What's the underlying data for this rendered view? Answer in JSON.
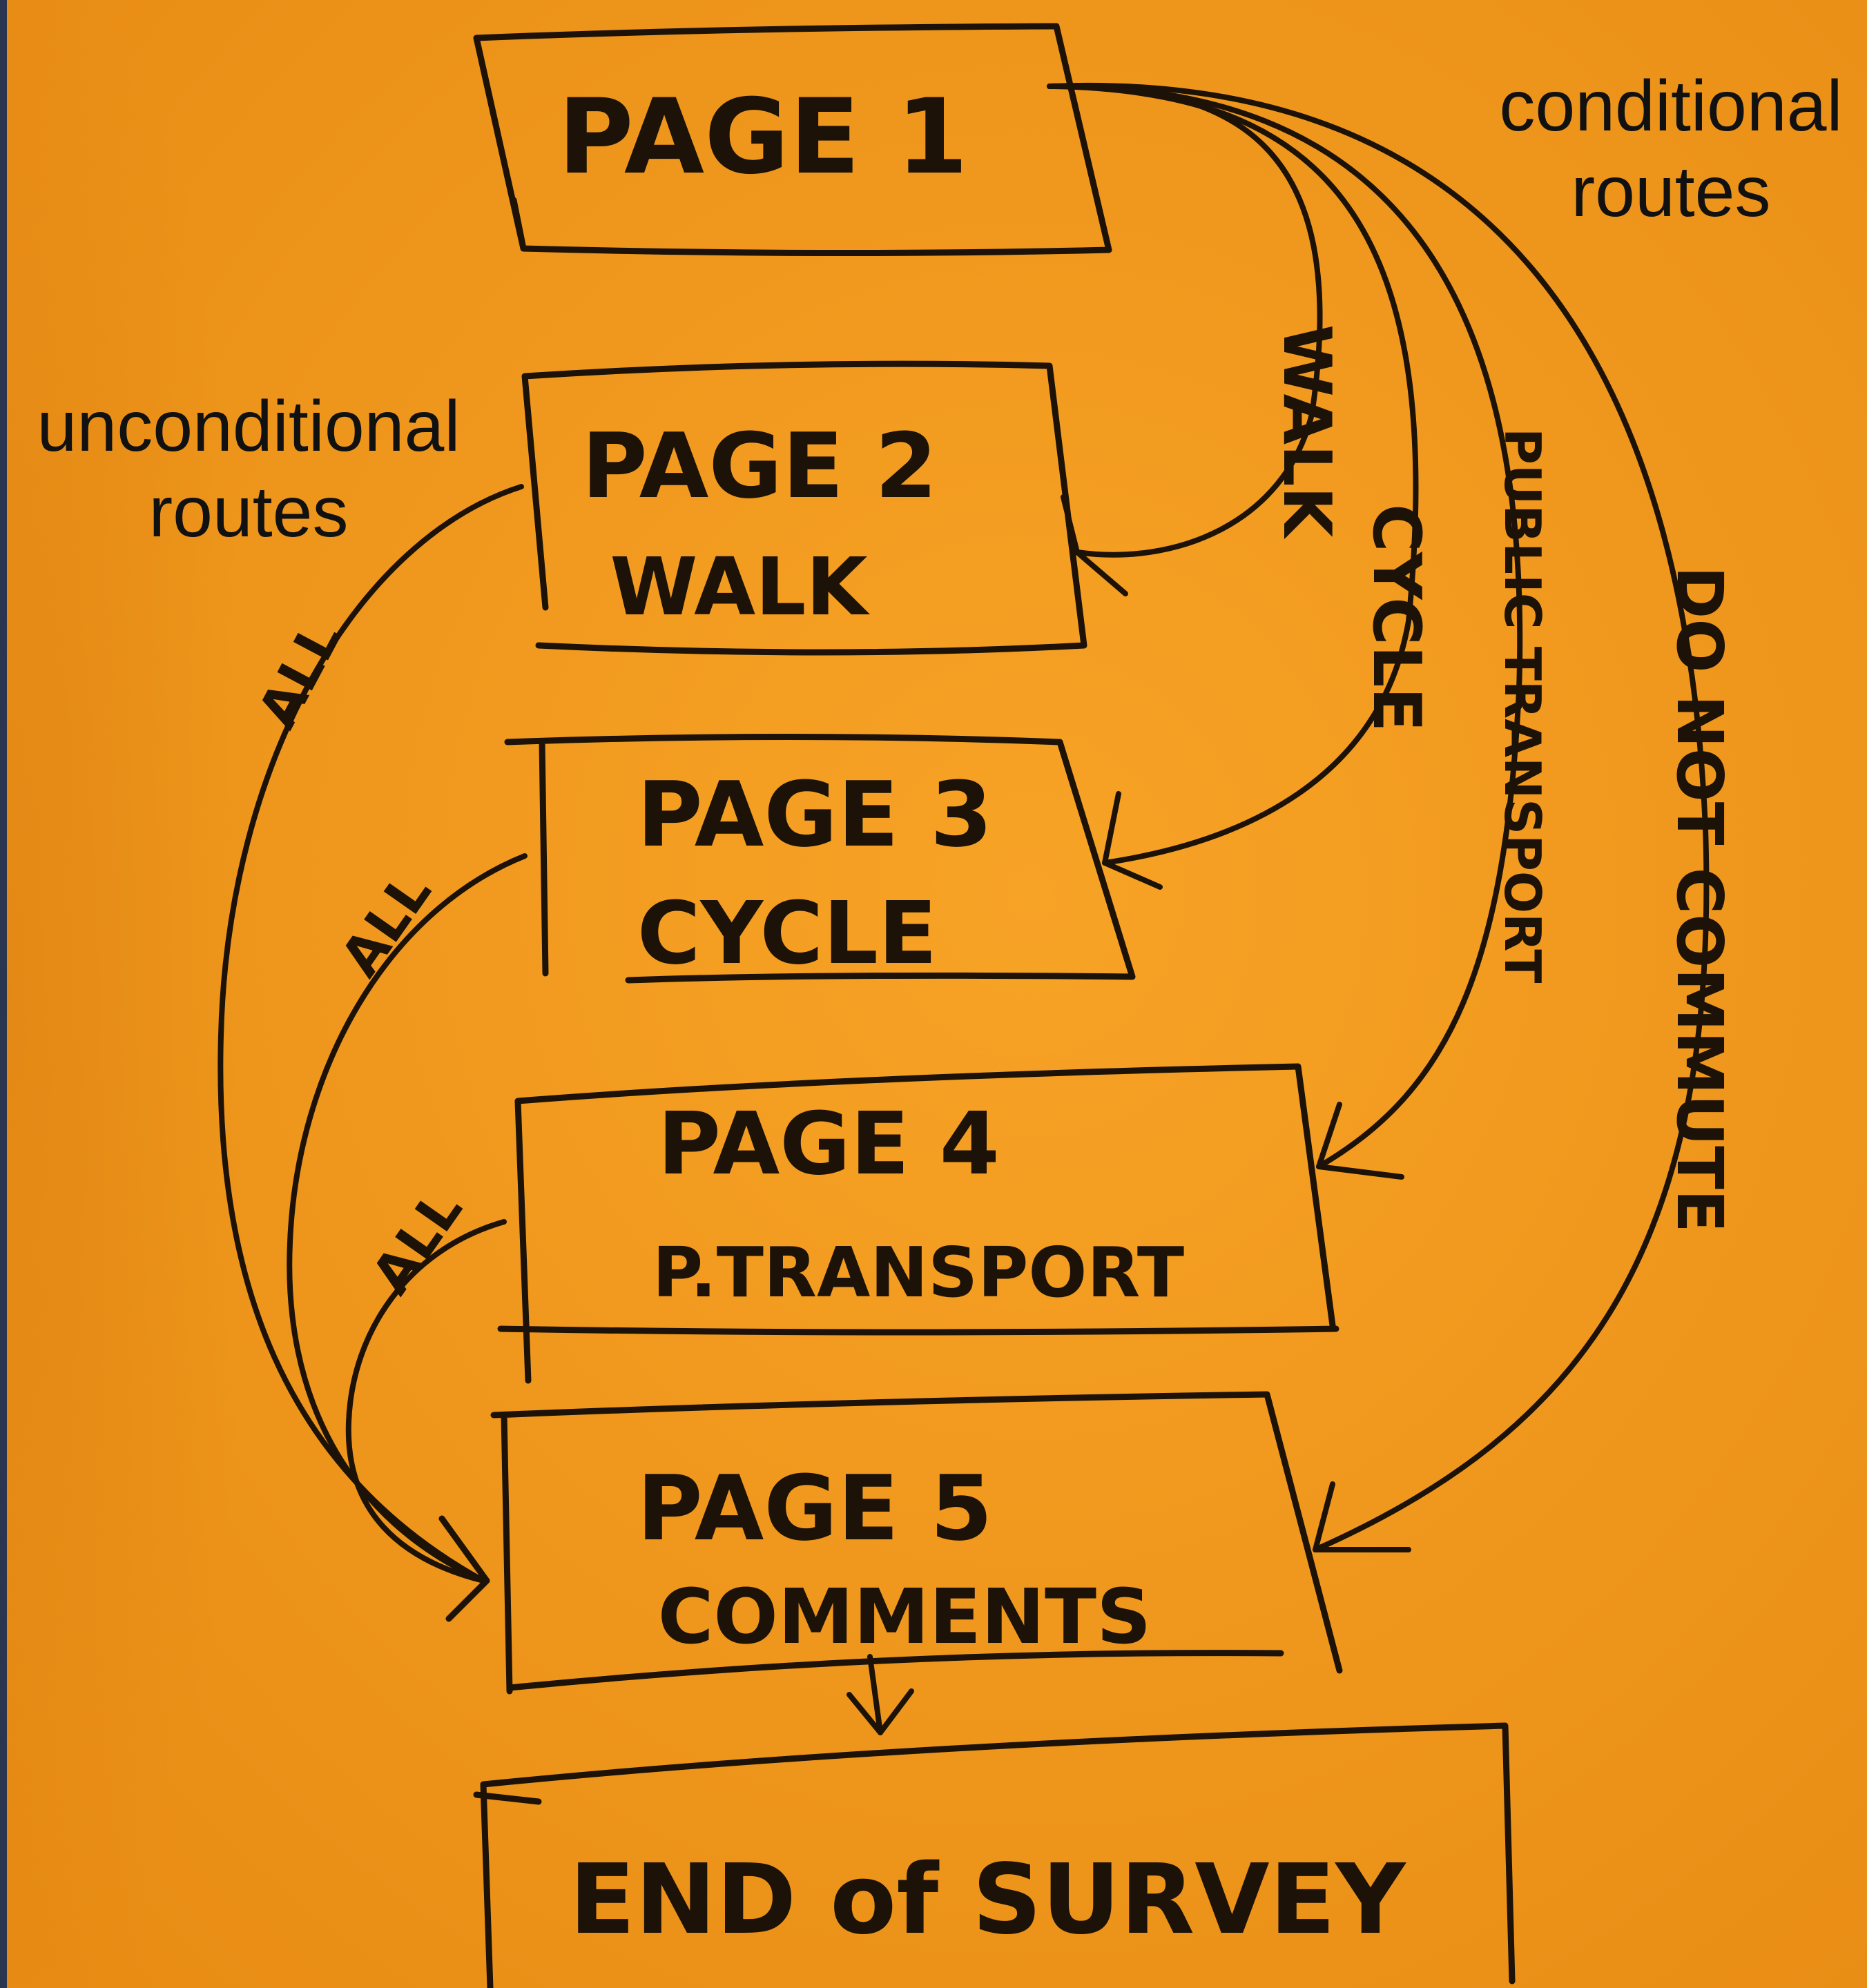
{
  "colors": {
    "paper": "#f39a1d",
    "paper_edge": "#e88c14",
    "ink": "#1d1208",
    "frame": "#2a3550",
    "caption_text": "#111111"
  },
  "legend": {
    "conditional": [
      "conditional",
      "routes"
    ],
    "unconditional": [
      "unconditional",
      "routes"
    ]
  },
  "boxes": {
    "page1": {
      "title": "PAGE 1"
    },
    "page2": {
      "title": "PAGE 2",
      "subtitle": "WALK"
    },
    "page3": {
      "title": "PAGE 3",
      "subtitle": "CYCLE"
    },
    "page4": {
      "title": "PAGE 4",
      "subtitle": "P.TRANSPORT"
    },
    "page5": {
      "title": "PAGE 5",
      "subtitle": "COMMENTS"
    },
    "end": {
      "title": "END of SURVEY"
    }
  },
  "routes": {
    "conditional": [
      {
        "from": "PAGE 1",
        "to": "PAGE 2",
        "label": "WALK"
      },
      {
        "from": "PAGE 1",
        "to": "PAGE 3",
        "label": "CYCLE"
      },
      {
        "from": "PAGE 1",
        "to": "PAGE 4",
        "label": "PUBLIC TRANSPORT"
      },
      {
        "from": "PAGE 1",
        "to": "PAGE 5",
        "label": "DO NOT COMMUTE"
      }
    ],
    "unconditional": [
      {
        "from": "PAGE 2",
        "to": "PAGE 5",
        "label": "ALL"
      },
      {
        "from": "PAGE 3",
        "to": "PAGE 5",
        "label": "ALL"
      },
      {
        "from": "PAGE 4",
        "to": "PAGE 5",
        "label": "ALL"
      },
      {
        "from": "PAGE 5",
        "to": "END of SURVEY",
        "label": ""
      }
    ]
  }
}
